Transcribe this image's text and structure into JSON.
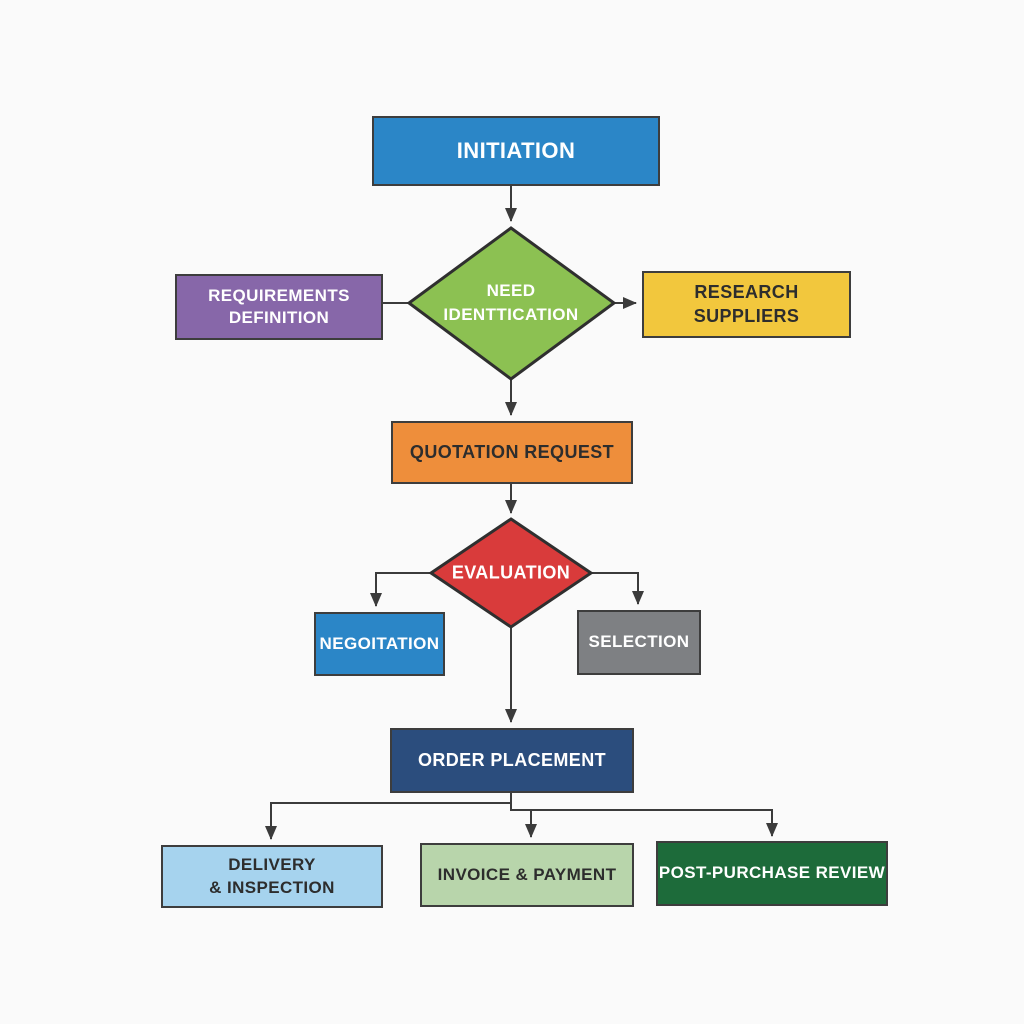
{
  "diagram": {
    "background": "#fafafa",
    "line_color": "#3b3b3b",
    "border_color": "#3d3d3d"
  },
  "nodes": {
    "initiation": {
      "label": "INITIATION",
      "color": "#2b86c7",
      "text_color": "#ffffff"
    },
    "need_identification": {
      "line1": "NEED",
      "line2": "IDENTTICATION",
      "color": "#8cc152",
      "text_color": "#ffffff"
    },
    "requirements_definition": {
      "line1": "REQUIREMENTS",
      "line2": "DEFINITION",
      "color": "#8767a9",
      "text_color": "#ffffff"
    },
    "research_suppliers": {
      "label": "RESEARCH SUPPLIERS",
      "color": "#f2c73d",
      "text_color": "#2d2d2d"
    },
    "quotation_request": {
      "label": "QUOTATION REQUEST",
      "color": "#ee8e3b",
      "text_color": "#2d2d2d"
    },
    "evaluation": {
      "label": "EVALUATION",
      "color": "#d93b3b",
      "text_color": "#ffffff"
    },
    "negoitation": {
      "label": "NEGOITATION",
      "color": "#2b86c7",
      "text_color": "#ffffff"
    },
    "selection": {
      "label": "SELECTION",
      "color": "#7e8083",
      "text_color": "#ffffff"
    },
    "order_placement": {
      "label": "ORDER PLACEMENT",
      "color": "#2b4d7d",
      "text_color": "#ffffff"
    },
    "delivery_inspection": {
      "line1": "DELIVERY",
      "line2": "& INSPECTION",
      "color": "#a6d3ee",
      "text_color": "#2d2d2d"
    },
    "invoice_payment": {
      "label": "INVOICE & PAYMENT",
      "color": "#b8d5ab",
      "text_color": "#2d2d2d"
    },
    "post_purchase_review": {
      "label": "POST-PURCHASE REVIEW",
      "color": "#1d6b3a",
      "text_color": "#ffffff"
    }
  }
}
